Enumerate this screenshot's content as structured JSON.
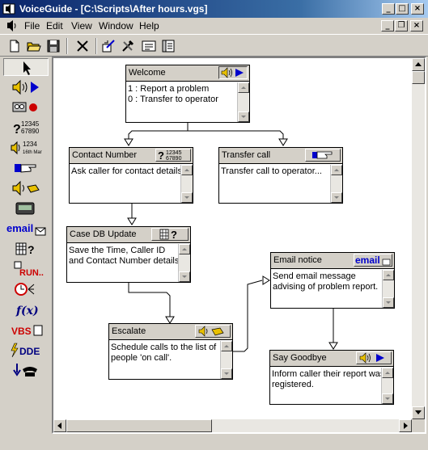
{
  "window": {
    "title": "VoiceGuide - [C:\\Scripts\\After hours.vgs]",
    "controls": {
      "minimize": "_",
      "maximize": "□",
      "close": "×"
    }
  },
  "menu": {
    "items": [
      "File",
      "Edit",
      "View",
      "Window",
      "Help"
    ],
    "mdi_controls": {
      "minimize": "_",
      "restore": "❐",
      "close": "×"
    }
  },
  "toolbar": {
    "buttons": [
      "new-file-icon",
      "open-folder-icon",
      "save-icon",
      "delete-icon",
      "properties-icon",
      "tools-icon",
      "message-icon",
      "list-icon"
    ]
  },
  "palette": {
    "items": [
      "pointer-icon",
      "say-icon",
      "record-icon",
      "get-numbers-icon",
      "time-date-icon",
      "transfer-call-icon",
      "voicemail-icon",
      "pager-icon",
      "email-icon",
      "database-query-icon",
      "run-program-icon",
      "time-switch-icon",
      "evaluate-expression-icon",
      "vbscript-icon",
      "dde-icon",
      "hang-up-icon"
    ],
    "labels": {
      "get_numbers_top": "12345",
      "get_numbers_bottom": "67890",
      "time_date_top": "1234",
      "time_date_bottom": "16th Mar",
      "email": "email",
      "run": "RUN..",
      "expression": "f(x)",
      "vbs": "VBS",
      "dde": "DDE"
    }
  },
  "nodes": {
    "welcome": {
      "title": "Welcome",
      "icon": "say-icon",
      "lines": [
        "1 : Report a problem",
        "0 : Transfer to operator"
      ]
    },
    "contact": {
      "title": "Contact Number",
      "icon": "get-numbers-icon",
      "icon_top": "12345",
      "icon_bottom": "67890",
      "lines": [
        "Ask caller for contact details"
      ]
    },
    "transfer": {
      "title": "Transfer call",
      "icon": "transfer-call-icon",
      "lines": [
        "Transfer call to operator..."
      ]
    },
    "casedb": {
      "title": "Case DB Update",
      "icon": "database-query-icon",
      "lines": [
        "Save the Time, Caller ID",
        "and Contact Number details"
      ]
    },
    "email": {
      "title": "Email notice",
      "icon": "email-icon",
      "icon_label": "email",
      "lines": [
        "Send email message",
        "advising of problem report."
      ]
    },
    "escalate": {
      "title": "Escalate",
      "icon": "voicemail-icon",
      "lines": [
        "Schedule calls to the list of",
        "people 'on call'."
      ]
    },
    "goodbye": {
      "title": "Say Goodbye",
      "icon": "say-icon",
      "lines": [
        "Inform caller their report was",
        "registered."
      ]
    }
  },
  "colors": {
    "title_gradient_start": "#0a246a",
    "title_gradient_end": "#a6caf0",
    "face": "#d4d0c8",
    "canvas": "#ffffff",
    "icon_blue": "#0000cc",
    "icon_red": "#cc0000",
    "icon_yellow": "#e8c000"
  }
}
